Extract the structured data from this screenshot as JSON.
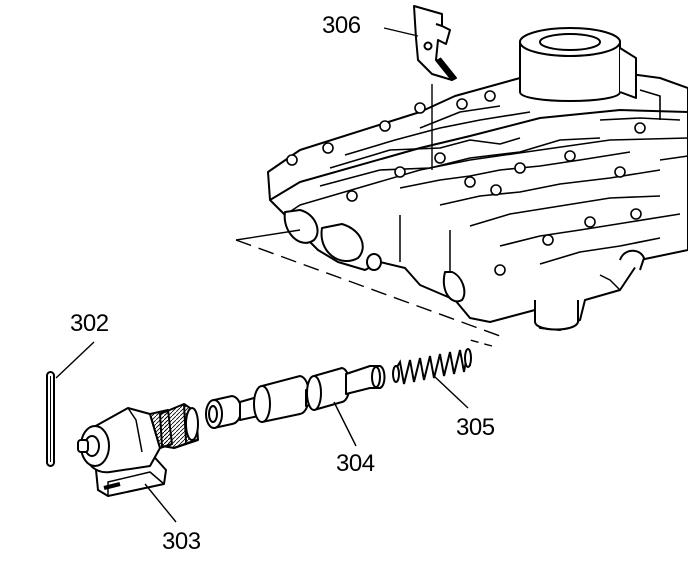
{
  "callouts": {
    "c302": "302",
    "c303": "303",
    "c304": "304",
    "c305": "305",
    "c306": "306"
  },
  "colors": {
    "ink": "#000000",
    "paper": "#ffffff",
    "shade": "#cfcfcf"
  }
}
